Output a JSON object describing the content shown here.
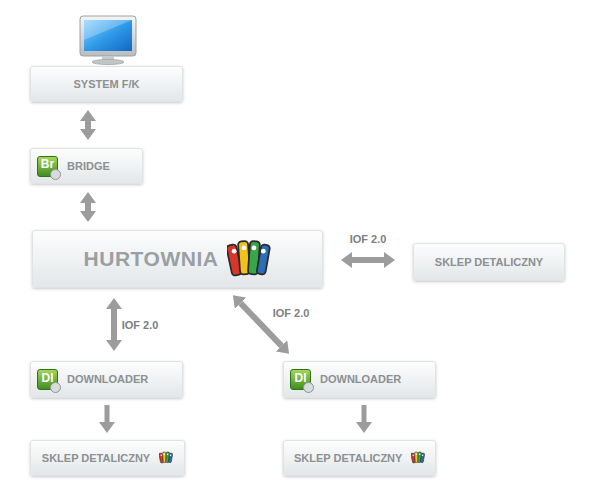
{
  "diagram": {
    "nodes": [
      {
        "text": [
          "SYSTEM F/K"
        ]
      },
      {
        "text": [
          "Br",
          "BRIDGE"
        ]
      },
      {
        "text": [
          "HURTOWNIA"
        ]
      },
      {
        "text": [
          "SKLEP DETALICZNY"
        ]
      },
      {
        "text": [
          "Dl",
          "DOWNLOADER"
        ]
      },
      {
        "text": [
          "Dl",
          "DOWNLOADER"
        ]
      },
      {
        "text": [
          "SKLEP DETALICZNY"
        ]
      },
      {
        "text": [
          "SKLEP DETALICZNY"
        ]
      }
    ],
    "edges": [
      {
        "from": 0,
        "to": 1,
        "arrow": "both"
      },
      {
        "from": 1,
        "to": 2,
        "arrow": "both"
      },
      {
        "from": 2,
        "to": 3,
        "label": "IOF 2.0",
        "arrow": "both"
      },
      {
        "from": 2,
        "to": 4,
        "label": "IOF 2.0",
        "arrow": "both"
      },
      {
        "from": 2,
        "to": 5,
        "label": "IOF 2.0",
        "arrow": "both"
      },
      {
        "from": 4,
        "to": 6,
        "arrow": "to"
      },
      {
        "from": 5,
        "to": 7,
        "arrow": "to"
      }
    ]
  }
}
